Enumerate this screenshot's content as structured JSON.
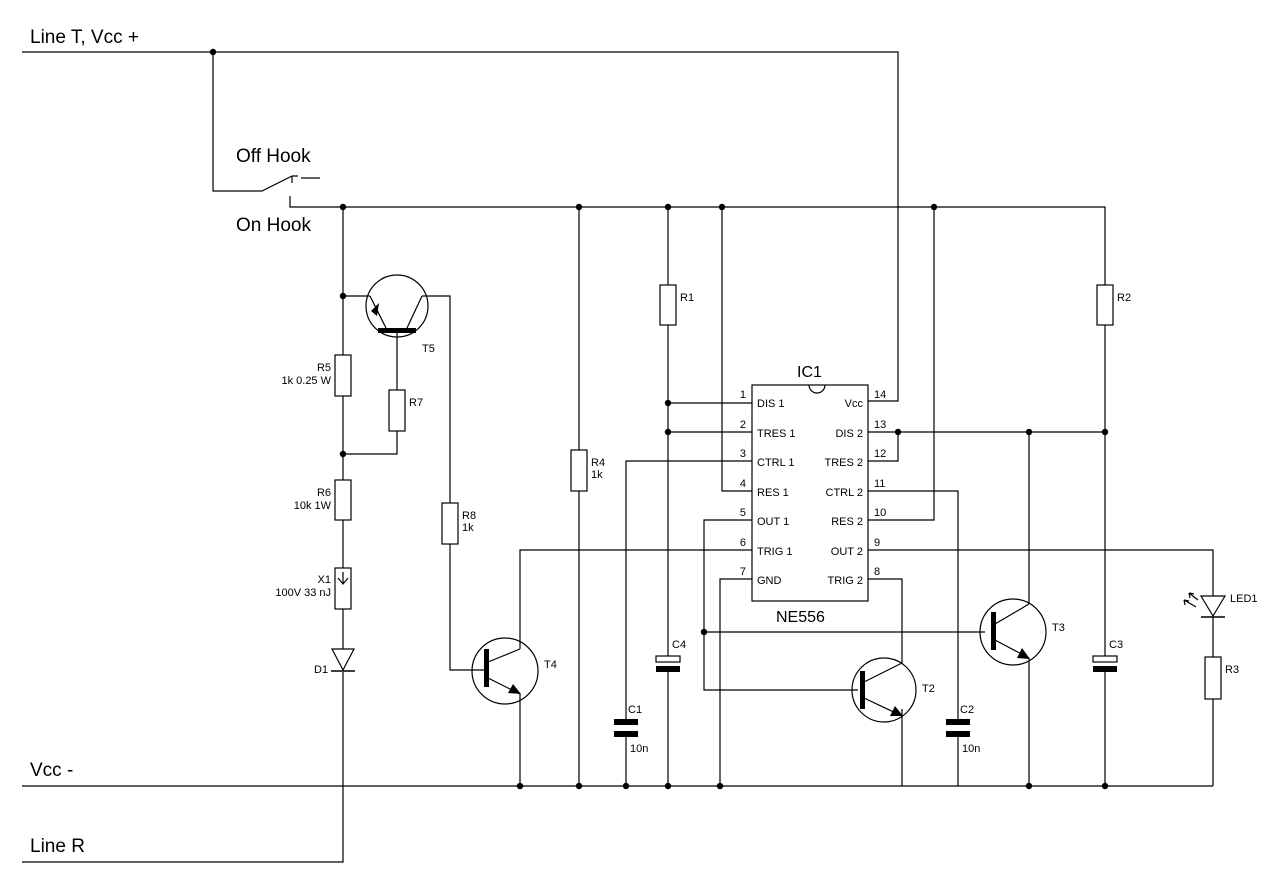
{
  "nets": {
    "line_t": "Line T, Vcc +",
    "vcc_minus": "Vcc -",
    "line_r": "Line R"
  },
  "switch": {
    "off_hook": "Off Hook",
    "on_hook": "On Hook"
  },
  "ic": {
    "designator": "IC1",
    "part": "NE556",
    "left_pins": [
      {
        "num": "1",
        "name": "DIS 1"
      },
      {
        "num": "2",
        "name": "TRES 1"
      },
      {
        "num": "3",
        "name": "CTRL 1"
      },
      {
        "num": "4",
        "name": "RES 1"
      },
      {
        "num": "5",
        "name": "OUT 1"
      },
      {
        "num": "6",
        "name": "TRIG 1"
      },
      {
        "num": "7",
        "name": "GND"
      }
    ],
    "right_pins": [
      {
        "num": "14",
        "name": "Vcc"
      },
      {
        "num": "13",
        "name": "DIS 2"
      },
      {
        "num": "12",
        "name": "TRES 2"
      },
      {
        "num": "11",
        "name": "CTRL 2"
      },
      {
        "num": "10",
        "name": "RES 2"
      },
      {
        "num": "9",
        "name": "OUT 2"
      },
      {
        "num": "8",
        "name": "TRIG 2"
      }
    ]
  },
  "components": {
    "r1": {
      "name": "R1"
    },
    "r2": {
      "name": "R2"
    },
    "r3": {
      "name": "R3"
    },
    "r4": {
      "name": "R4",
      "value": "1k"
    },
    "r5": {
      "name": "R5",
      "value": "1k 0.25 W"
    },
    "r6": {
      "name": "R6",
      "value": "10k 1W"
    },
    "r7": {
      "name": "R7"
    },
    "r8": {
      "name": "R8",
      "value": "1k"
    },
    "c1": {
      "name": "C1",
      "value": "10n"
    },
    "c2": {
      "name": "C2",
      "value": "10n"
    },
    "c3": {
      "name": "C3"
    },
    "c4": {
      "name": "C4"
    },
    "x1": {
      "name": "X1",
      "value": "100V 33 nJ"
    },
    "d1": {
      "name": "D1"
    },
    "led1": {
      "name": "LED1"
    },
    "t2": {
      "name": "T2"
    },
    "t3": {
      "name": "T3"
    },
    "t4": {
      "name": "T4"
    },
    "t5": {
      "name": "T5"
    }
  }
}
